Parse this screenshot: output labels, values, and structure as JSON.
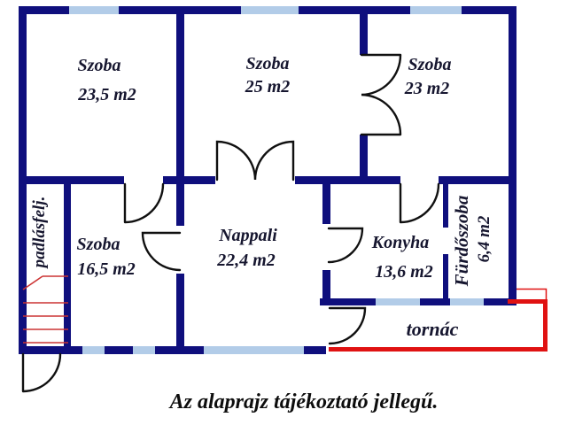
{
  "plan": {
    "rooms": [
      {
        "name": "Szoba",
        "area": "23,5 m2"
      },
      {
        "name": "Szoba",
        "area": "25 m2"
      },
      {
        "name": "Szoba",
        "area": "23 m2"
      },
      {
        "name": "Szoba",
        "area": "16,5 m2"
      },
      {
        "name": "Nappali",
        "area": "22,4 m2"
      },
      {
        "name": "Konyha",
        "area": "13,6 m2"
      },
      {
        "name": "Fürdőszoba",
        "area": "6,4 m2"
      }
    ],
    "corridor_label": "padlásfelj.",
    "porch_label": "tornác",
    "caption": "Az alaprajz tájékoztató jellegű.",
    "colors": {
      "wall": "#0f0f7d",
      "window": "#b2cce8",
      "door_line": "#101010",
      "porch_red": "#e01212",
      "stair_red": "#cc3333",
      "label": "#16162f",
      "caption": "#0d0d0d"
    }
  }
}
